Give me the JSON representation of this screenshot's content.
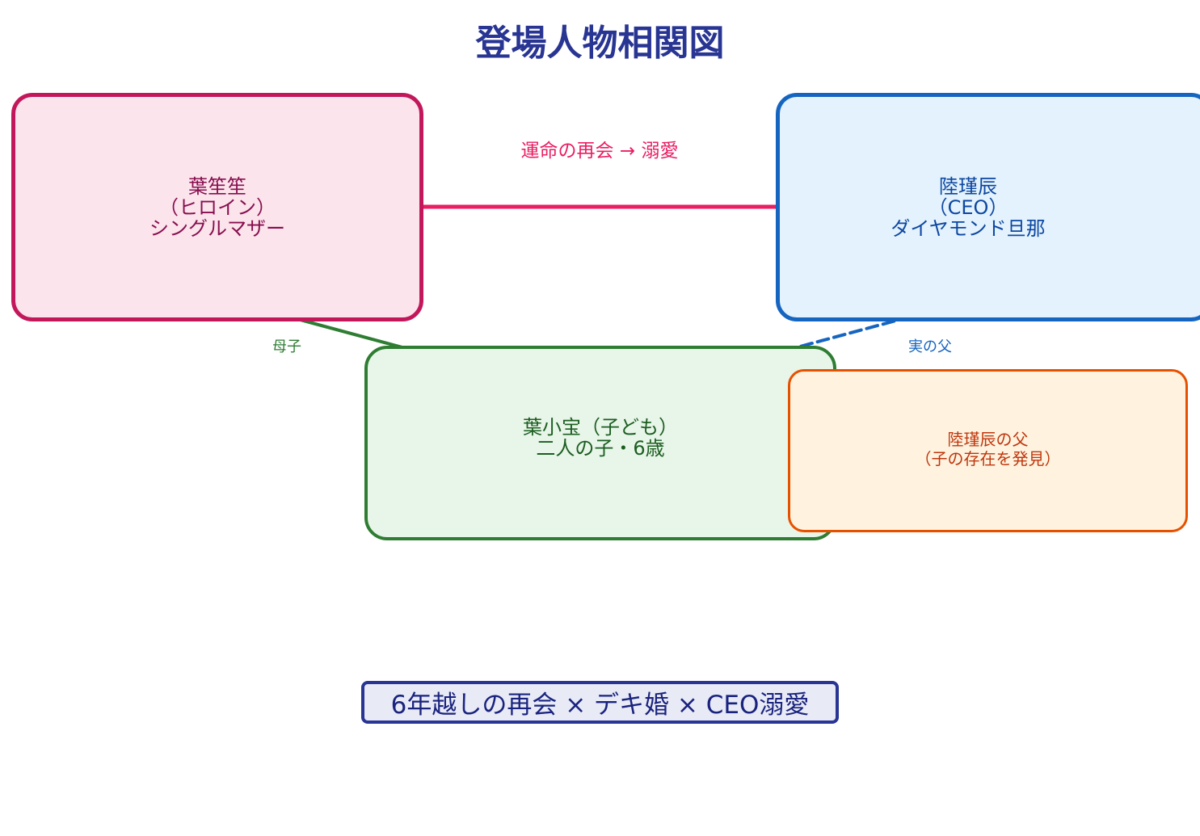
{
  "title": "登場人物相関図",
  "nodes": {
    "heroine": {
      "line1": "葉笙笙",
      "line2": "（ヒロイン）",
      "line3": "シングルマザー"
    },
    "ceo": {
      "line1": "陸瑾辰",
      "line2": "（CEO）",
      "line3": "ダイヤモンド旦那"
    },
    "child": {
      "line1": "葉小宝（子ども）",
      "line2": "二人の子・6歳"
    },
    "father": {
      "line1": "陸瑾辰の父",
      "line2": "（子の存在を発見）"
    }
  },
  "edges": {
    "fate": "運命の再会 → 溺愛",
    "mother_child": "母子",
    "biological_father": "実の父"
  },
  "tagline": "6年越しの再会 × デキ婚 × CEO溺愛",
  "colors": {
    "title": "#283593",
    "heroine_border": "#c2185b",
    "heroine_fill": "#fce4ec",
    "heroine_text": "#880e4f",
    "ceo_border": "#1565c0",
    "ceo_fill": "#e3f2fd",
    "ceo_text": "#0d47a1",
    "child_border": "#2e7d32",
    "child_fill": "#e8f5e9",
    "child_text": "#1b5e20",
    "father_border": "#e65100",
    "father_fill": "#fff3e0",
    "father_text": "#bf360c",
    "fate_arrow": "#e91e63",
    "mother_arrow": "#2e7d32",
    "father_arrow": "#1565c0",
    "tagline_border": "#283593",
    "tagline_fill": "#e8eaf6",
    "tagline_text": "#1a237e"
  }
}
